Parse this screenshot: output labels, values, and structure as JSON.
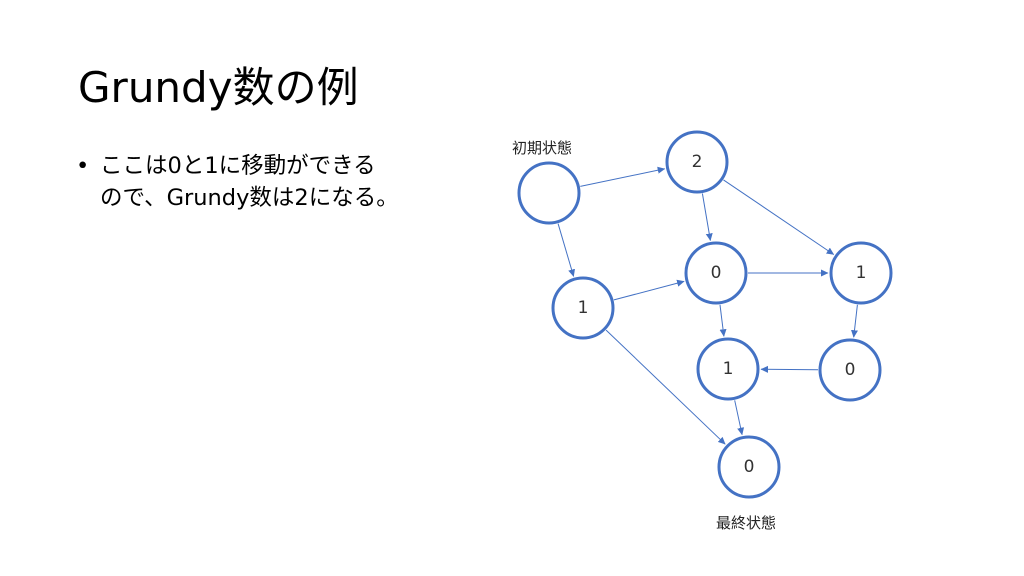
{
  "slide": {
    "title": "Grundy数の例",
    "bullets": [
      {
        "marker": "•",
        "text": "ここは0と1に移動ができる\nので、Grundy数は2になる。"
      }
    ]
  },
  "diagram": {
    "accent_color": "#4472C4",
    "highlight_color": "#C00000",
    "captions": {
      "start": "初期状態",
      "end": "最終状態"
    },
    "nodes": [
      {
        "id": "start",
        "label": "",
        "highlight": false
      },
      {
        "id": "n2",
        "label": "2",
        "highlight": true
      },
      {
        "id": "n0a",
        "label": "0",
        "highlight": false
      },
      {
        "id": "n1a",
        "label": "1",
        "highlight": false
      },
      {
        "id": "n1b",
        "label": "1",
        "highlight": false
      },
      {
        "id": "n1c",
        "label": "1",
        "highlight": false
      },
      {
        "id": "n0b",
        "label": "0",
        "highlight": false
      },
      {
        "id": "n0c",
        "label": "0",
        "highlight": false
      }
    ],
    "edges": [
      {
        "from": "start",
        "to": "n2"
      },
      {
        "from": "start",
        "to": "n1b"
      },
      {
        "from": "n2",
        "to": "n0a"
      },
      {
        "from": "n2",
        "to": "n1a"
      },
      {
        "from": "n1b",
        "to": "n0a"
      },
      {
        "from": "n1b",
        "to": "n0c"
      },
      {
        "from": "n0a",
        "to": "n1a"
      },
      {
        "from": "n0a",
        "to": "n1c"
      },
      {
        "from": "n1a",
        "to": "n0b"
      },
      {
        "from": "n0b",
        "to": "n1c"
      },
      {
        "from": "n1c",
        "to": "n0c"
      }
    ]
  }
}
